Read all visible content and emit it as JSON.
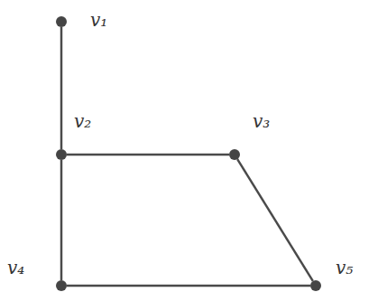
{
  "diagram": {
    "nodes": [
      {
        "text": [
          "v₁"
        ]
      },
      {
        "text": [
          "v₂"
        ]
      },
      {
        "text": [
          "v₃"
        ]
      },
      {
        "text": [
          "v₄"
        ]
      },
      {
        "text": [
          "v₅"
        ]
      }
    ],
    "edges": [
      {
        "from": 0,
        "to": 1,
        "arrow": "none"
      },
      {
        "from": 1,
        "to": 2,
        "arrow": "none"
      },
      {
        "from": 1,
        "to": 3,
        "arrow": "none"
      },
      {
        "from": 2,
        "to": 4,
        "arrow": "none"
      },
      {
        "from": 3,
        "to": 4,
        "arrow": "none"
      }
    ]
  }
}
